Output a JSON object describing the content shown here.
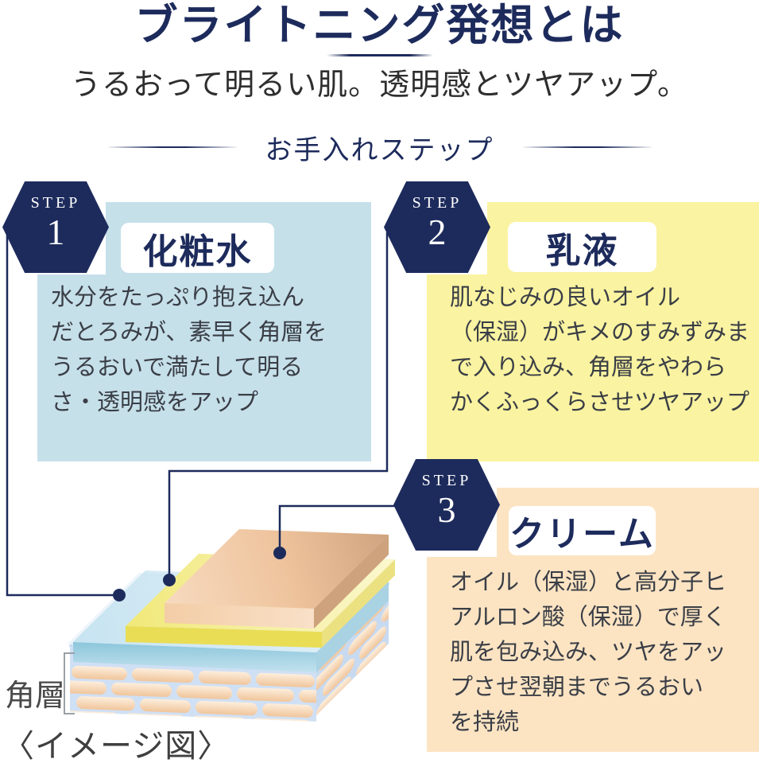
{
  "page": {
    "title": "ブライトニング発想とは",
    "subtitle": "うるおって明るい肌。透明感とツヤアップ。"
  },
  "care_steps_header": {
    "label": "お手入れステップ"
  },
  "steps": [
    {
      "step_label": "STEP",
      "number": "1",
      "name": "化粧水",
      "description": "水分をたっぷり抱え込ん\nだとろみが、素早く角層を\nうるおいで満たして明る\nさ・透明感をアップ",
      "panel_color": "#c6e0ea"
    },
    {
      "step_label": "STEP",
      "number": "2",
      "name": "乳液",
      "description": "肌なじみの良いオイル\n（保湿）がキメのすみずみま\nで入り込み、角層をやわら\nかくふっくらさせツヤアップ",
      "panel_color": "#faf3a1"
    },
    {
      "step_label": "STEP",
      "number": "3",
      "name": "クリーム",
      "description": "オイル（保湿）と高分子ヒ\nアルロン酸（保湿）で厚く\n肌を包み込み、ツヤをアッ\nプさせ翌朝までうるおい\nを持続",
      "panel_color": "#fce4c3"
    }
  ],
  "diagram": {
    "layer_label": "角層",
    "caption": "〈イメージ図〉"
  },
  "colors": {
    "navy": "#1d2b5c",
    "panel_blue": "#c6e0ea",
    "panel_yellow": "#faf3a1",
    "panel_peach": "#fce4c3",
    "lotion_layer_blue": "#a9d2e3",
    "emulsion_layer_yellow": "#e9dd55",
    "cream_layer_peach": "#edc79e",
    "corneocyte_peach": "#f2c9a0",
    "body_text": "#3a3e46"
  }
}
